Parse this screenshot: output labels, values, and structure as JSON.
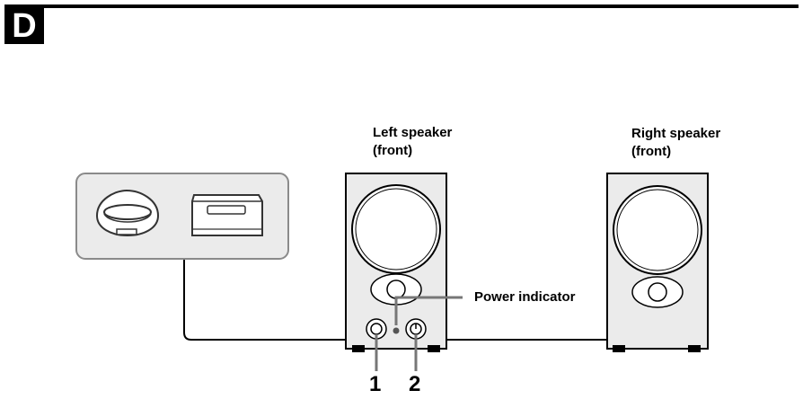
{
  "section_letter": "D",
  "labels": {
    "left_speaker_line1": "Left speaker",
    "left_speaker_line2": "(front)",
    "right_speaker_line1": "Right speaker",
    "right_speaker_line2": "(front)",
    "power_indicator": "Power indicator",
    "callout_1": "1",
    "callout_2": "2"
  }
}
